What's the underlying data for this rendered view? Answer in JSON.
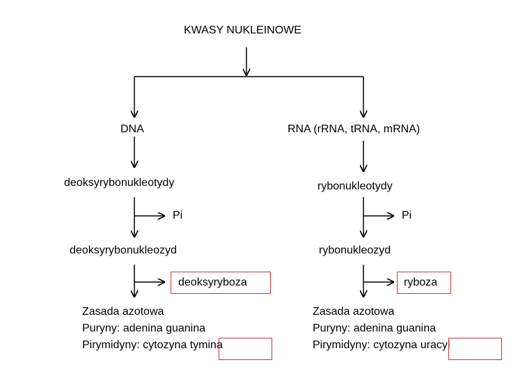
{
  "title": "KWASY NUKLEINOWE",
  "colors": {
    "highlight_box": "#d42f2f",
    "line": "#000000"
  },
  "dna": {
    "label": "DNA",
    "nucleotides": "deoksyrybonukleotydy",
    "phosphate": "Pi",
    "nucleoside": "deoksyrybonukleozyd",
    "sugar": "deoksyryboza",
    "base_heading": "Zasada azotowa",
    "purines": "Puryny: adenina  guanina",
    "pyrimidines_prefix": "Pirymidyny: cytozyna ",
    "pyrimidine_unique": "tymina"
  },
  "rna": {
    "label": "RNA (rRNA, tRNA, mRNA)",
    "nucleotides": "rybonukleotydy",
    "phosphate": "Pi",
    "nucleoside": "rybonukleozyd",
    "sugar": "ryboza",
    "base_heading": "Zasada azotowa",
    "purines": "Puryny: adenina  guanina",
    "pyrimidines_prefix": "Pirymidyny: cytozyna ",
    "pyrimidine_unique": "uracyl"
  }
}
